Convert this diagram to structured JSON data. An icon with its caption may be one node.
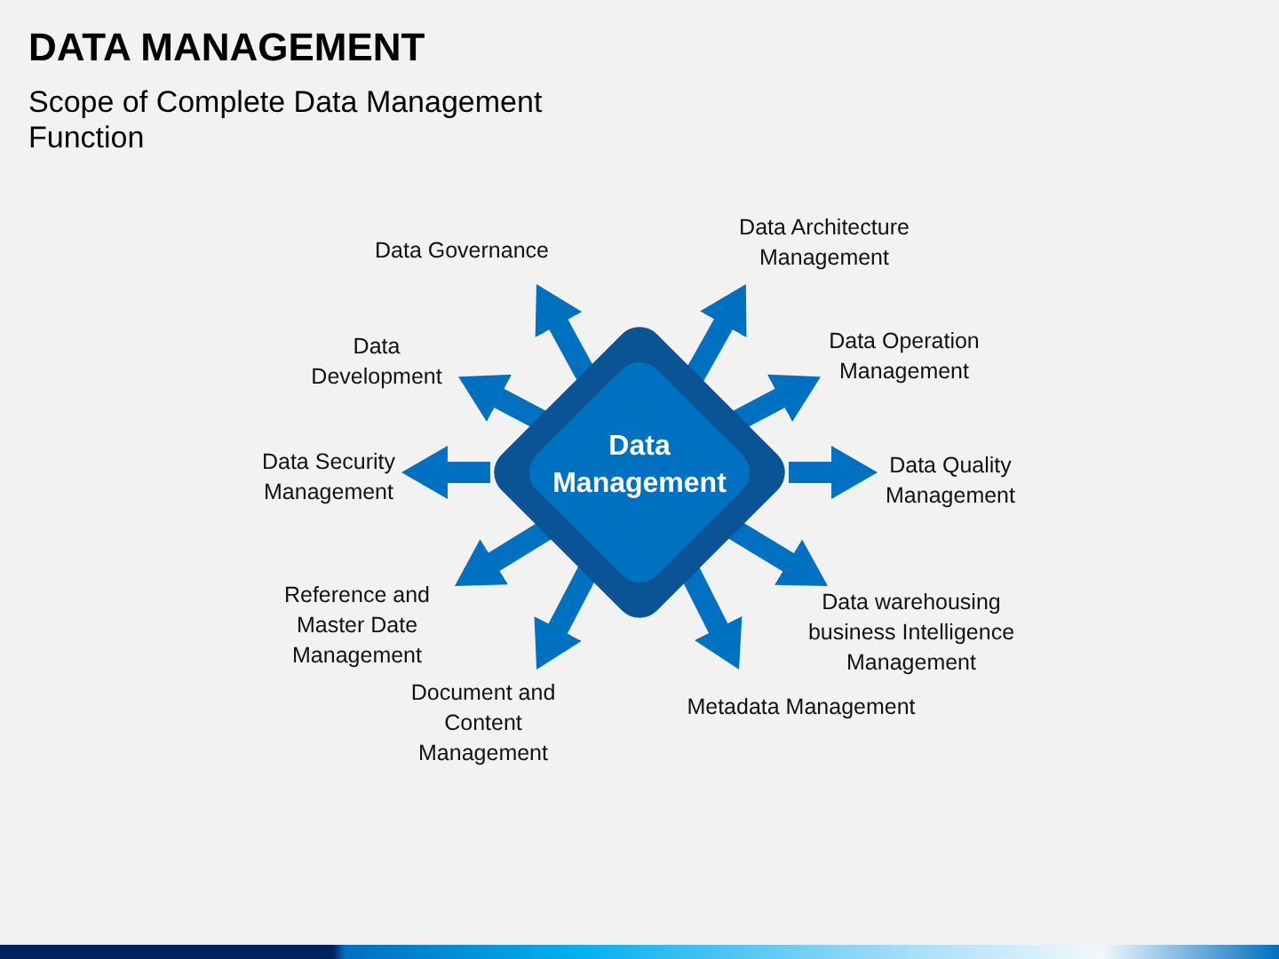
{
  "diagram": {
    "title": "DATA MANAGEMENT",
    "nodes": [
      {
        "text": [
          "Data Management"
        ]
      },
      {
        "text": [
          "Data Governance"
        ]
      },
      {
        "text": [
          "Data Architecture Management"
        ]
      },
      {
        "text": [
          "Data Operation Management"
        ]
      },
      {
        "text": [
          "Data Quality Management"
        ]
      },
      {
        "text": [
          "Data warehousing business Intelligence Management"
        ]
      },
      {
        "text": [
          "Metadata Management"
        ]
      },
      {
        "text": [
          "Document and Content Management"
        ]
      },
      {
        "text": [
          "Reference and Master Date Management"
        ]
      },
      {
        "text": [
          "Data Security Management"
        ]
      },
      {
        "text": [
          "Data Development"
        ]
      }
    ],
    "edges": [
      {
        "from": 0,
        "to": 1,
        "arrow": "to"
      },
      {
        "from": 0,
        "to": 2,
        "arrow": "to"
      },
      {
        "from": 0,
        "to": 3,
        "arrow": "to"
      },
      {
        "from": 0,
        "to": 4,
        "arrow": "to"
      },
      {
        "from": 0,
        "to": 5,
        "arrow": "to"
      },
      {
        "from": 0,
        "to": 6,
        "arrow": "to"
      },
      {
        "from": 0,
        "to": 7,
        "arrow": "to"
      },
      {
        "from": 0,
        "to": 8,
        "arrow": "to"
      },
      {
        "from": 0,
        "to": 9,
        "arrow": "to"
      },
      {
        "from": 0,
        "to": 10,
        "arrow": "to"
      }
    ],
    "labels": [
      "Scope of Complete Data Management Function"
    ]
  }
}
